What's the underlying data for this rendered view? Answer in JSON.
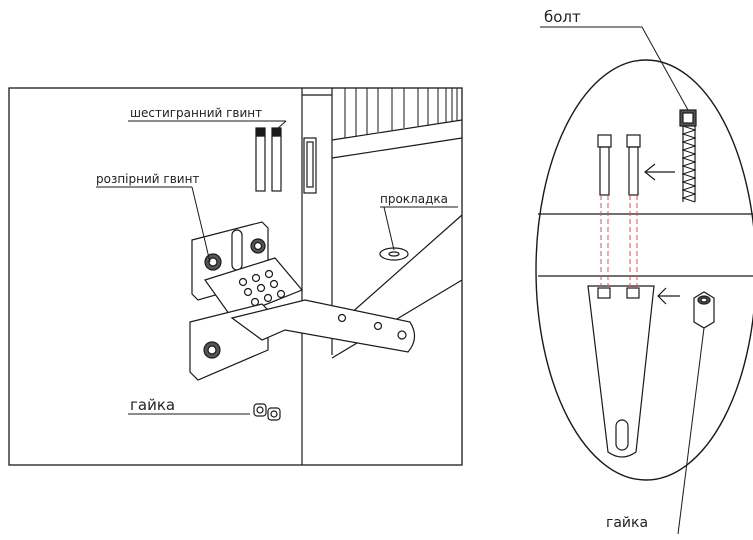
{
  "labels": {
    "hex_screw": "шестигранний гвинт",
    "expansion_screw": "розпірний гвинт",
    "gasket": "прокладка",
    "nut_left": "гайка",
    "bolt": "болт",
    "nut_right": "гайка"
  },
  "colors": {
    "line": "#1a1a1a",
    "dashed": "#d9534f",
    "background": "#ffffff"
  }
}
